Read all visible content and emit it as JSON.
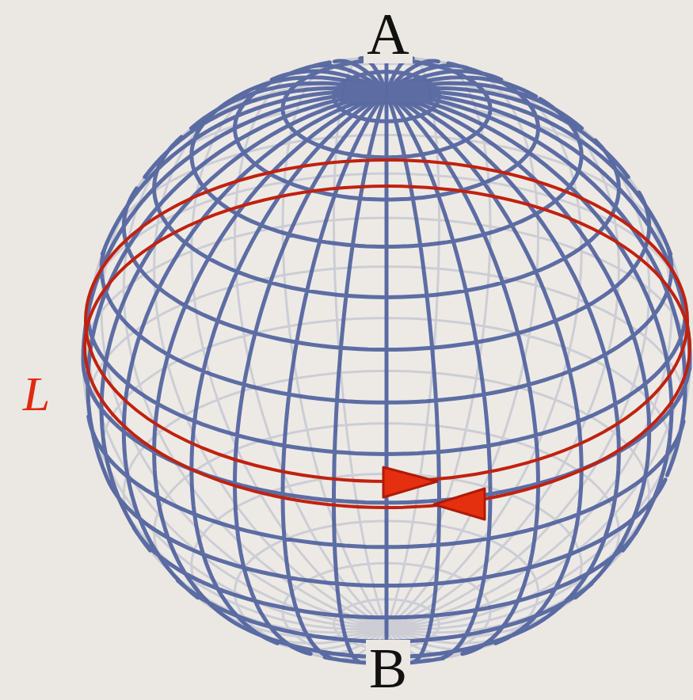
{
  "diagram": {
    "labels": [
      "A",
      "B",
      "L"
    ]
  }
}
